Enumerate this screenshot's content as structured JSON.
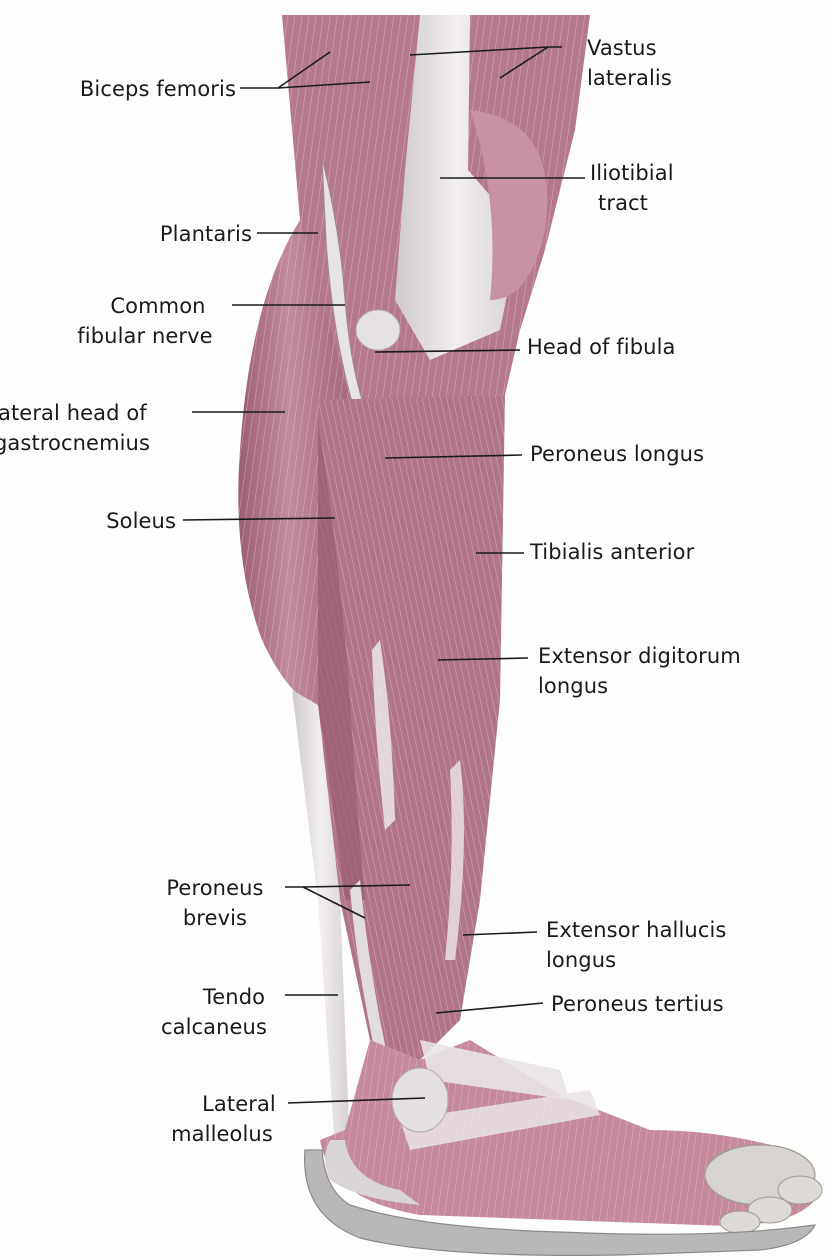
{
  "labels": {
    "biceps_femoris": [
      "Biceps femoris"
    ],
    "vastus_lateralis": [
      "Vastus",
      "lateralis"
    ],
    "iliotibial_tract": [
      "Iliotibial",
      "tract"
    ],
    "plantaris": [
      "Plantaris"
    ],
    "common_fibular_nerve": [
      "Common",
      "fibular nerve"
    ],
    "head_of_fibula": [
      "Head of fibula"
    ],
    "lateral_head_gastrocnemius": [
      "ateral head of",
      "gastrocnemius"
    ],
    "peroneus_longus": [
      "Peroneus longus"
    ],
    "soleus": [
      "Soleus"
    ],
    "tibialis_anterior": [
      "Tibialis anterior"
    ],
    "extensor_digitorum_longus": [
      "Extensor digitorum",
      "longus"
    ],
    "peroneus_brevis": [
      "Peroneus",
      "brevis"
    ],
    "extensor_hallucis_longus": [
      "Extensor hallucis",
      "longus"
    ],
    "tendo_calcaneus": [
      "Tendo",
      "calcaneus"
    ],
    "peroneus_tertius": [
      "Peroneus tertius"
    ],
    "lateral_malleolus": [
      "Lateral",
      "malleolus"
    ]
  },
  "colors": {
    "muscle": "#b07688",
    "muscle_dark": "#8f5468",
    "tendon": "#e6e2e4",
    "bone": "#d9d6d4",
    "sole": "#b9b8b6",
    "leader": "#1a1a1a"
  }
}
